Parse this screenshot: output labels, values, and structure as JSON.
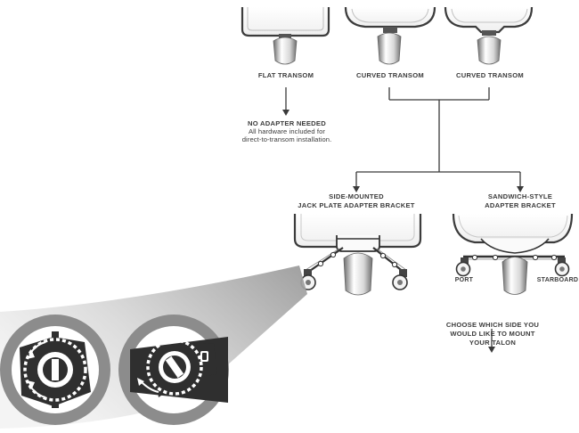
{
  "transoms": {
    "flat": "FLAT TRANSOM",
    "curved": "CURVED TRANSOM",
    "curved_2": "CURVED TRANSOM"
  },
  "no_adapter": {
    "title": "NO ADAPTER NEEDED",
    "line1": "All hardware included for",
    "line2": "direct-to-transom installation."
  },
  "side_mounted": {
    "line1": "SIDE-MOUNTED",
    "line2": "JACK PLATE ADAPTER BRACKET"
  },
  "sandwich": {
    "line1": "SANDWICH-STYLE",
    "line2": "ADAPTER BRACKET",
    "port": "PORT",
    "starboard": "STARBOARD"
  },
  "choose": {
    "line1": "CHOOSE WHICH SIDE YOU",
    "line2": "WOULD LIKE TO MOUNT",
    "line3": "YOUR TALON"
  },
  "colors": {
    "line": "#3a3a3a",
    "boat_fill": "#ffffff",
    "boat_stroke": "#3c3c3c",
    "motor_light": "#f2f2f2",
    "motor_dark": "#7a7a7a",
    "detail_ring": "#8c8c8c",
    "detail_dark": "#2f2f2f",
    "cone": "#b9b9b9"
  }
}
